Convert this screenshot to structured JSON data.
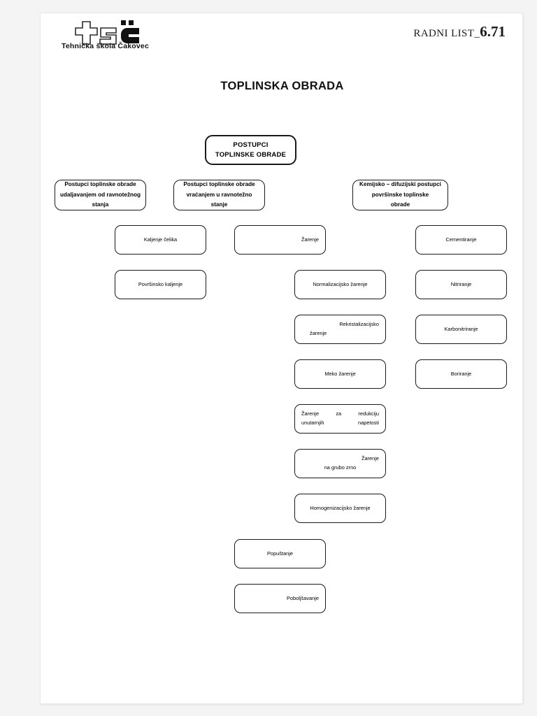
{
  "header": {
    "logo_mark": "tsc-logo",
    "logo_caption": "Tehnička škola Čakovec",
    "sheet_label": "RADNI LIST",
    "sheet_separator": "_",
    "sheet_number": "6.71"
  },
  "document": {
    "title": "TOPLINSKA OBRADA"
  },
  "diagram": {
    "root": {
      "line1": "POSTUPCI",
      "line2": "TOPLINSKE OBRADE"
    },
    "categories": [
      {
        "id": "category-udaljavanje",
        "line1": "Postupci toplinske obrade",
        "line2": "udaljavanjem od ravnotežnog",
        "line3": "stanja"
      },
      {
        "id": "category-vracanje",
        "line1": "Postupci toplinske obrade",
        "line2": "vraćanjem u ravnotežno",
        "line3": "stanje"
      },
      {
        "id": "category-kemijsko-difuzijski",
        "line1": "Kemijsko – difuzijski postupci",
        "line2": "površinske toplinske",
        "line3": "obrade"
      }
    ],
    "column_left": [
      {
        "id": "node-kaljenje-celika",
        "label": "Kaljenje čelika"
      },
      {
        "id": "node-povrsinsko-kaljenje",
        "label": "Površinsko kaljenje"
      }
    ],
    "column_middle": [
      {
        "id": "node-zarenje",
        "label": "Žarenje"
      },
      {
        "id": "node-normalizacijsko-zarenje",
        "label": "Normalizacijsko žarenje"
      },
      {
        "id": "node-rekristalizacijsko-zarenje",
        "line1": "Rekristalizacijsko",
        "line2": "žarenje"
      },
      {
        "id": "node-meko-zarenje",
        "label": "Meko žarenje"
      },
      {
        "id": "node-zarenje-redukcija",
        "line1": "Žarenje za redukciju",
        "line2": "unutarnjih napetosti"
      },
      {
        "id": "node-zarenje-grubo-zrno",
        "line1": "Žarenje",
        "line2": "na grubo zrno"
      },
      {
        "id": "node-homogenizacijsko-zarenje",
        "label": "Homogenizacijsko žarenje"
      },
      {
        "id": "node-popustanje",
        "label": "Popuštanje"
      },
      {
        "id": "node-poboljsavanje",
        "label": "Poboljšavanje"
      }
    ],
    "column_right": [
      {
        "id": "node-cementiranje",
        "label": "Cementiranje"
      },
      {
        "id": "node-nitriranje",
        "label": "Nitriranje"
      },
      {
        "id": "node-karbonitriranje",
        "label": "Karbonitriranje"
      },
      {
        "id": "node-boriranje",
        "label": "Boriranje"
      }
    ]
  },
  "colors": {
    "page_background": "#ffffff",
    "canvas_background": "#f4f4f4",
    "text": "#000000",
    "box_border": "#1a1a1a"
  }
}
